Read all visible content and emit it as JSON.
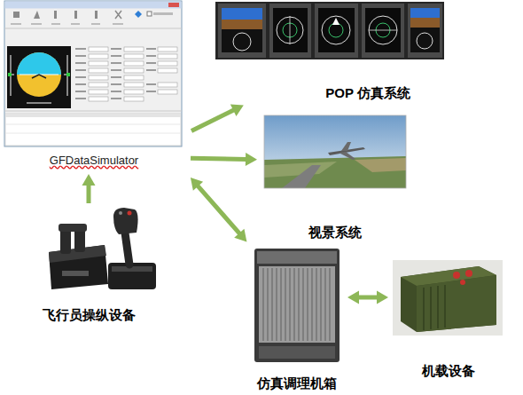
{
  "diagram": {
    "nodes": [
      {
        "text": [
          "GFDataSimulator"
        ]
      },
      {
        "text": [
          "POP 仿真系统"
        ]
      },
      {
        "text": [
          "视景系统"
        ]
      },
      {
        "text": [
          "飞行员操纵设备"
        ]
      },
      {
        "text": [
          "仿真调理机箱"
        ]
      },
      {
        "text": [
          "机载设备"
        ]
      }
    ],
    "edges": [
      {
        "from": 0,
        "to": 1,
        "arrow": "to"
      },
      {
        "from": 0,
        "to": 2,
        "arrow": "to"
      },
      {
        "from": 0,
        "to": 4,
        "arrow": "both"
      },
      {
        "from": 3,
        "to": 0,
        "arrow": "to"
      },
      {
        "from": 4,
        "to": 5,
        "arrow": "both"
      }
    ]
  }
}
